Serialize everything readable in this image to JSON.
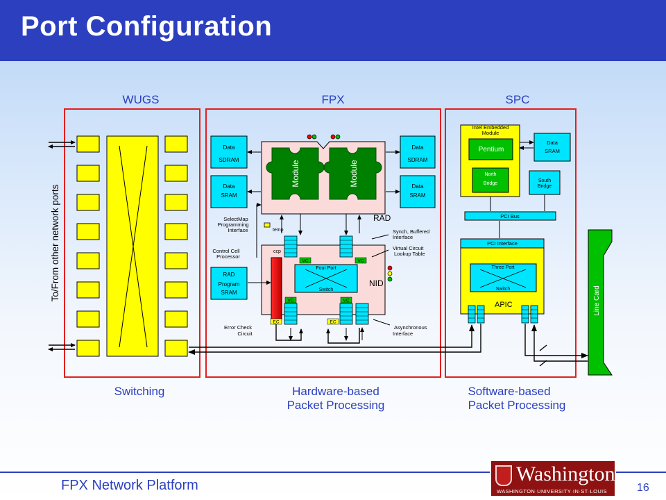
{
  "slide": {
    "title": "Port Configuration",
    "footer": "FPX Network Platform",
    "page_number": "16",
    "logo": {
      "name": "Washington",
      "subtitle": "WASHINGTON·UNIVERSITY·IN·ST·LOUIS"
    }
  },
  "colors": {
    "header": "#2b3fbf",
    "frame_red": "#e02020",
    "heading_blue": "#2b3fbf",
    "block_yellow": "#ffff00",
    "block_cyan": "#00e5ff",
    "module_green": "#008000",
    "pink": "#fbdada"
  },
  "sections": {
    "wugs": "WUGS",
    "fpx": "FPX",
    "spc": "SPC",
    "switching": "Switching",
    "hw_line1": "Hardware-based",
    "hw_line2": "Packet Processing",
    "sw_line1": "Software-based",
    "sw_line2": "Packet Processing"
  },
  "wugs": {
    "side_label": "To/From  other  network  ports"
  },
  "fpx": {
    "data_sdram": "Data",
    "sdram": "SDRAM",
    "data_sram": "Data",
    "sram": "SRAM",
    "module": "Module",
    "rad": "RAD",
    "nid": "NID",
    "temp": "temp",
    "ccp": "ccp",
    "vc": "VC",
    "ec": "EC",
    "four_port": "Four Port",
    "switch": "Switch",
    "rad_prog_1": "RAD",
    "rad_prog_2": "Program",
    "rad_prog_3": "SRAM",
    "selectmap_1": "SelectMap",
    "selectmap_2": "Programming",
    "selectmap_3": "Interface",
    "ctrl_1": "Control Cell",
    "ctrl_2": "Processor",
    "err_1": "Error Check",
    "err_2": "Circuit",
    "sync_1": "Synch, Buffered",
    "sync_2": "Interface",
    "vcl_1": "Virtual Circuit",
    "vcl_2": "Lookup Table",
    "async_1": "Asynchronous",
    "async_2": "Interface"
  },
  "spc": {
    "intel_1": "Intel Embedded",
    "intel_2": "Module",
    "pentium": "Pentium",
    "north_1": "North",
    "north_2": "Bridge",
    "data": "Data",
    "sram": "SRAM",
    "south_1": "South",
    "south_2": "Bridge",
    "pci_bus": "PCI Bus",
    "pci_interface": "PCI Interface",
    "three_port": "Three Port",
    "switch": "Switch",
    "apic": "APIC",
    "line_card": "Line Card"
  }
}
